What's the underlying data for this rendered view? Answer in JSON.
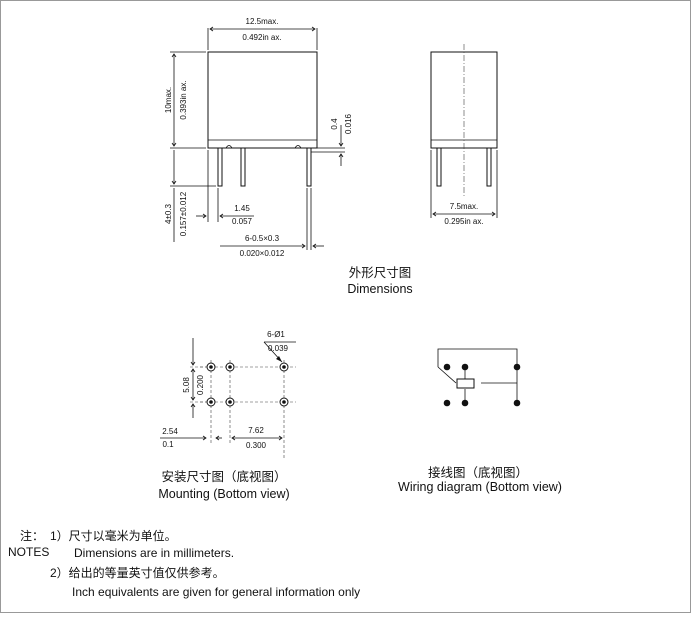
{
  "front_view": {
    "width_mm": "12.5max.",
    "width_in": "0.492in ax.",
    "height_mm": "10max.",
    "height_in": "0.393in ax.",
    "pin_thickness_mm": "0.4",
    "pin_thickness_in": "0.016",
    "pin_length_mm": "4±0.3",
    "pin_length_in": "0.157±0.012",
    "pin_offset_mm": "1.45",
    "pin_offset_in": "0.057",
    "pin_size_mm": "6-0.5×0.3",
    "pin_size_in": "0.020×0.012"
  },
  "side_view": {
    "depth_mm": "7.5max.",
    "depth_in": "0.295in ax."
  },
  "dimensions_caption": {
    "zh": "外形尺寸图",
    "en": "Dimensions"
  },
  "mounting": {
    "hole_mm": "6-Ø1",
    "hole_in": "0.039",
    "row_pitch_mm": "5.08",
    "row_pitch_in": "0.200",
    "edge_offset_mm": "2.54",
    "edge_offset_in": "0.1",
    "col_pitch_mm": "7.62",
    "col_pitch_in": "0.300",
    "caption_zh": "安装尺寸图（底视图）",
    "caption_en": "Mounting (Bottom view)"
  },
  "wiring": {
    "caption_zh": "接线图（底视图）",
    "caption_en": "Wiring diagram (Bottom view)"
  },
  "notes": {
    "label_zh": "注：",
    "label_en": "NOTES",
    "note1_zh": "1）尺寸以毫米为单位。",
    "note1_en": "Dimensions are in millimeters.",
    "note2_zh": "2）给出的等量英寸值仅供参考。",
    "note2_en": "Inch equivalents are given for general information only"
  }
}
